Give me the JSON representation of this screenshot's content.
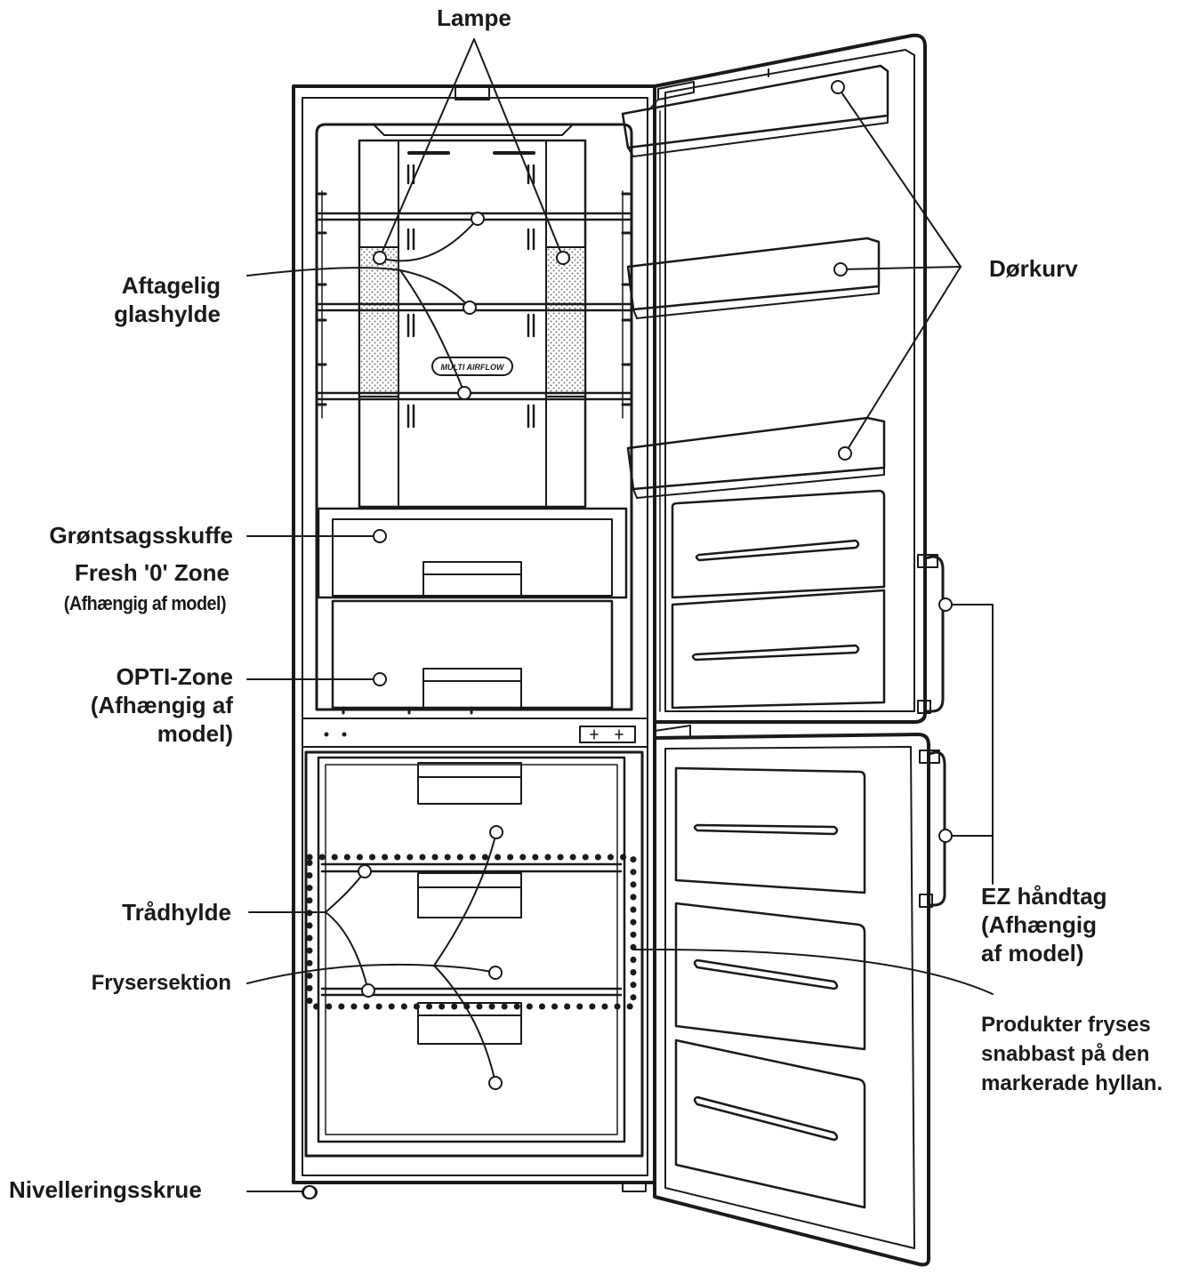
{
  "labels": {
    "lamp": "Lampe",
    "door_basket": "Dørkurv",
    "glass_shelf": [
      "Aftagelig",
      "glashylde"
    ],
    "crisper": "Grøntsagsskuffe",
    "fresh_zone": "Fresh '0' Zone",
    "fresh_zone_note": "(Afhængig af model)",
    "opti_zone": [
      "OPTI-Zone",
      "(Afhængig af",
      "model)"
    ],
    "wire_shelf": "Trådhylde",
    "freezer_section": "Frysersektion",
    "leveling_screw": "Nivelleringsskrue",
    "ez_handle": [
      "EZ håndtag",
      "(Afhængig",
      "af model)"
    ],
    "fast_freeze": [
      "Produkter fryses",
      "snabbast på den",
      "markerade hyllan."
    ]
  },
  "panel_badge": "MULTI AIRFLOW",
  "colors": {
    "line": "#1a1a1a",
    "background": "#ffffff",
    "mesh": "#d0d0d0"
  }
}
